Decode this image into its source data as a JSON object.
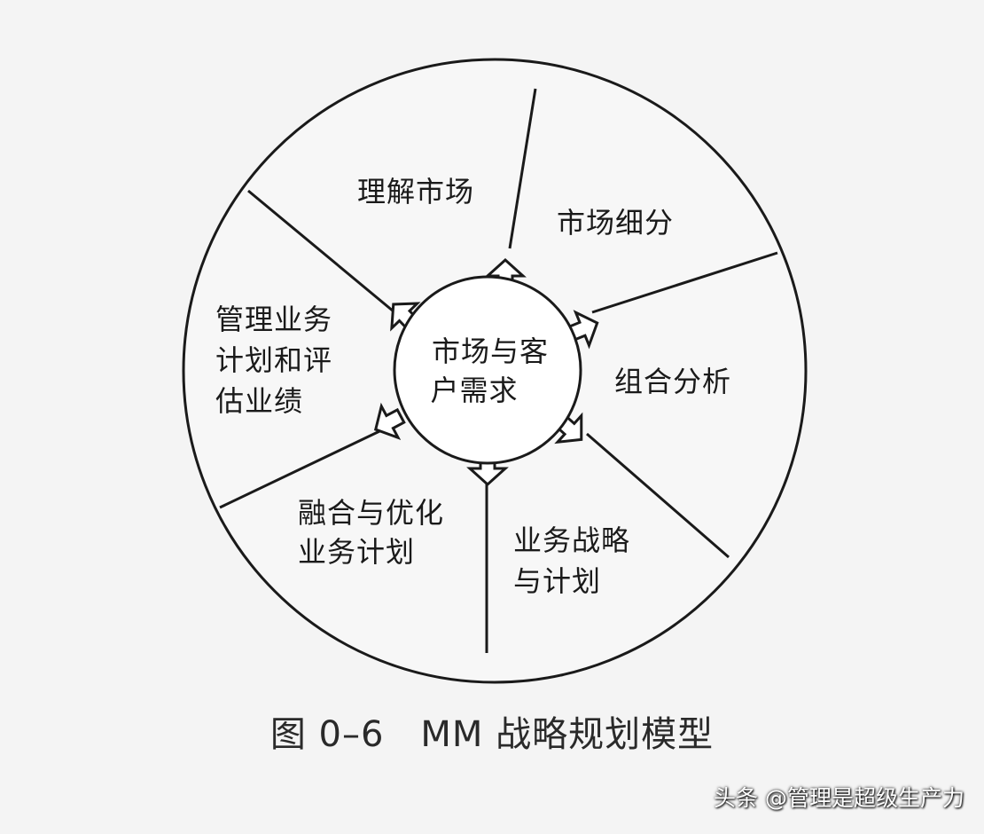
{
  "diagram": {
    "center_label": [
      "市场与客",
      "户需求"
    ],
    "segments": [
      {
        "id": "understand-market",
        "lines": [
          "理解市场"
        ]
      },
      {
        "id": "market-segmentation",
        "lines": [
          "市场细分"
        ]
      },
      {
        "id": "portfolio-analysis",
        "lines": [
          "组合分析"
        ]
      },
      {
        "id": "business-strategy-plan",
        "lines": [
          "业务战略",
          "与计划"
        ]
      },
      {
        "id": "integrate-optimize-plan",
        "lines": [
          "融合与优化",
          "业务计划"
        ]
      },
      {
        "id": "manage-evaluate-performance",
        "lines": [
          "管理业务",
          "计划和评",
          "估业绩"
        ]
      }
    ]
  },
  "caption": "图 0–6　MM 战略规划模型",
  "watermark": "头条 @管理是超级生产力"
}
